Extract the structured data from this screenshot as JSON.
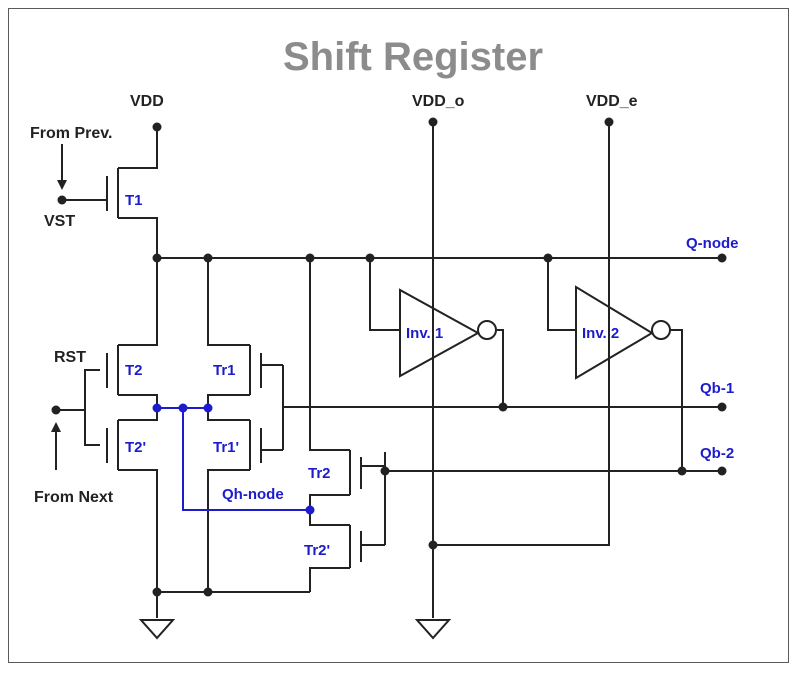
{
  "title": "Shift Register",
  "labels": {
    "vdd": "VDD",
    "vdd_o": "VDD_o",
    "vdd_e": "VDD_e",
    "from_prev": "From Prev.",
    "vst": "VST",
    "rst": "RST",
    "from_next": "From Next",
    "q_node": "Q-node",
    "qb1": "Qb-1",
    "qb2": "Qb-2",
    "qh_node": "Qh-node"
  },
  "transistors": {
    "t1": "T1",
    "t2": "T2",
    "t2p": "T2'",
    "tr1": "Tr1",
    "tr1p": "Tr1'",
    "tr2": "Tr2",
    "tr2p": "Tr2'"
  },
  "inverters": {
    "inv1": "Inv. 1",
    "inv2": "Inv. 2"
  },
  "colors": {
    "wire": "#222222",
    "accent": "#1c1ccc",
    "title": "#8c8c8c"
  }
}
